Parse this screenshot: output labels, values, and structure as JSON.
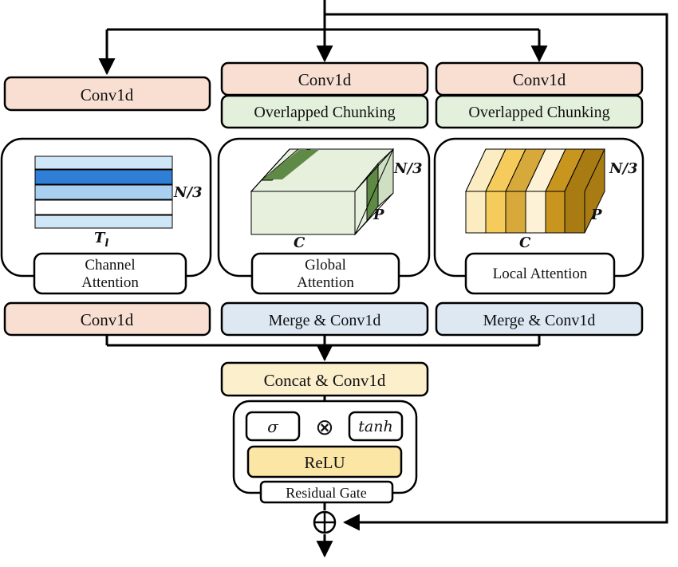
{
  "colors": {
    "conv_peach": "#f9dfd2",
    "chunk_green": "#e3f1dc",
    "merge_blue": "#dde8f3",
    "concat_cream": "#fcefcc",
    "relu_gold": "#fce6a6",
    "stroke": "#000000"
  },
  "branches": {
    "channel": {
      "conv_top": "Conv1d",
      "attention_label_line1": "Channel",
      "attention_label_line2": "Attention",
      "dim_n": "N/3",
      "dim_t": "T",
      "dim_t_sub": "l",
      "conv_bottom": "Conv1d"
    },
    "global": {
      "conv_top": "Conv1d",
      "chunking": "Overlapped Chunking",
      "attention_label_line1": "Global",
      "attention_label_line2": "Attention",
      "dim_n": "N/3",
      "dim_p": "P",
      "dim_c": "C",
      "merge": "Merge & Conv1d"
    },
    "local": {
      "conv_top": "Conv1d",
      "chunking": "Overlapped Chunking",
      "attention_label": "Local Attention",
      "dim_n": "N/3",
      "dim_p": "P",
      "dim_c": "C",
      "merge": "Merge & Conv1d"
    }
  },
  "concat": "Concat & Conv1d",
  "gate": {
    "sigma": "σ",
    "multiply": "⊗",
    "tanh": "tanh",
    "relu": "ReLU",
    "label": "Residual Gate"
  },
  "residual_add": "⊕"
}
